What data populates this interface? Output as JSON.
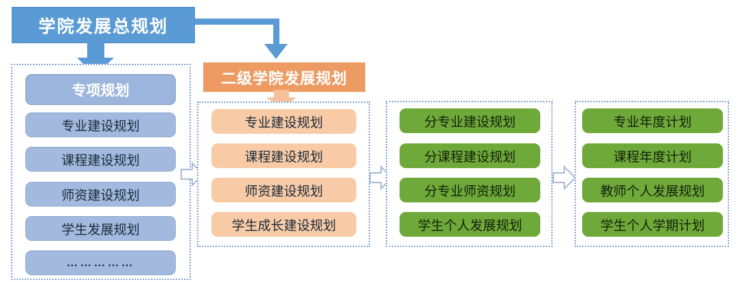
{
  "diagram": {
    "title": "学院发展总规划",
    "branch_title": "二级学院发展规划",
    "columns": [
      {
        "key": "special-planning",
        "accent": "#a3bade",
        "items": [
          {
            "label": "专项规划",
            "style": "head"
          },
          {
            "label": "专业建设规划",
            "style": "body"
          },
          {
            "label": "课程建设规划",
            "style": "body"
          },
          {
            "label": "师资建设规划",
            "style": "body"
          },
          {
            "label": "学生发展规划",
            "style": "body"
          },
          {
            "label": "……………",
            "style": "dots"
          }
        ]
      },
      {
        "key": "branch-college-planning",
        "accent": "#f8cba6",
        "items": [
          {
            "label": "专业建设规划",
            "style": "body"
          },
          {
            "label": "课程建设规划",
            "style": "body"
          },
          {
            "label": "师资建设规划",
            "style": "body"
          },
          {
            "label": "学生成长建设规划",
            "style": "body"
          }
        ]
      },
      {
        "key": "sub-planning",
        "accent": "#6fa939",
        "items": [
          {
            "label": "分专业建设规划",
            "style": "body"
          },
          {
            "label": "分课程建设规划",
            "style": "body"
          },
          {
            "label": "分专业师资规划",
            "style": "body"
          },
          {
            "label": "学生个人发展规划",
            "style": "body"
          }
        ]
      },
      {
        "key": "annual-plan",
        "accent": "#6fa939",
        "items": [
          {
            "label": "专业年度计划",
            "style": "body"
          },
          {
            "label": "课程年度计划",
            "style": "body"
          },
          {
            "label": "教师个人发展规划",
            "style": "body"
          },
          {
            "label": "学生个人学期计划",
            "style": "body"
          }
        ]
      }
    ],
    "connectors": [
      {
        "name": "master-to-special",
        "kind": "arrow-down",
        "color": "#5b9bd5"
      },
      {
        "name": "master-to-branch",
        "kind": "elbow-down",
        "color": "#5b9bd5"
      },
      {
        "name": "branch-header-to-list",
        "kind": "arrow-down",
        "color": "#f6c19a"
      },
      {
        "name": "special-to-branch",
        "kind": "chevron-right",
        "color": "#a7b9d6"
      },
      {
        "name": "branch-to-sub",
        "kind": "chevron-right",
        "color": "#a7b9d6"
      },
      {
        "name": "sub-to-annual",
        "kind": "chevron-right",
        "color": "#a7b9d6"
      }
    ],
    "colors": {
      "master_blue": "#5b9bd5",
      "item_blue": "#a3bade",
      "header_orange": "#ed9b63",
      "item_peach": "#f8cba6",
      "item_green": "#6fa939",
      "group_border": "#7f9fd0"
    }
  }
}
